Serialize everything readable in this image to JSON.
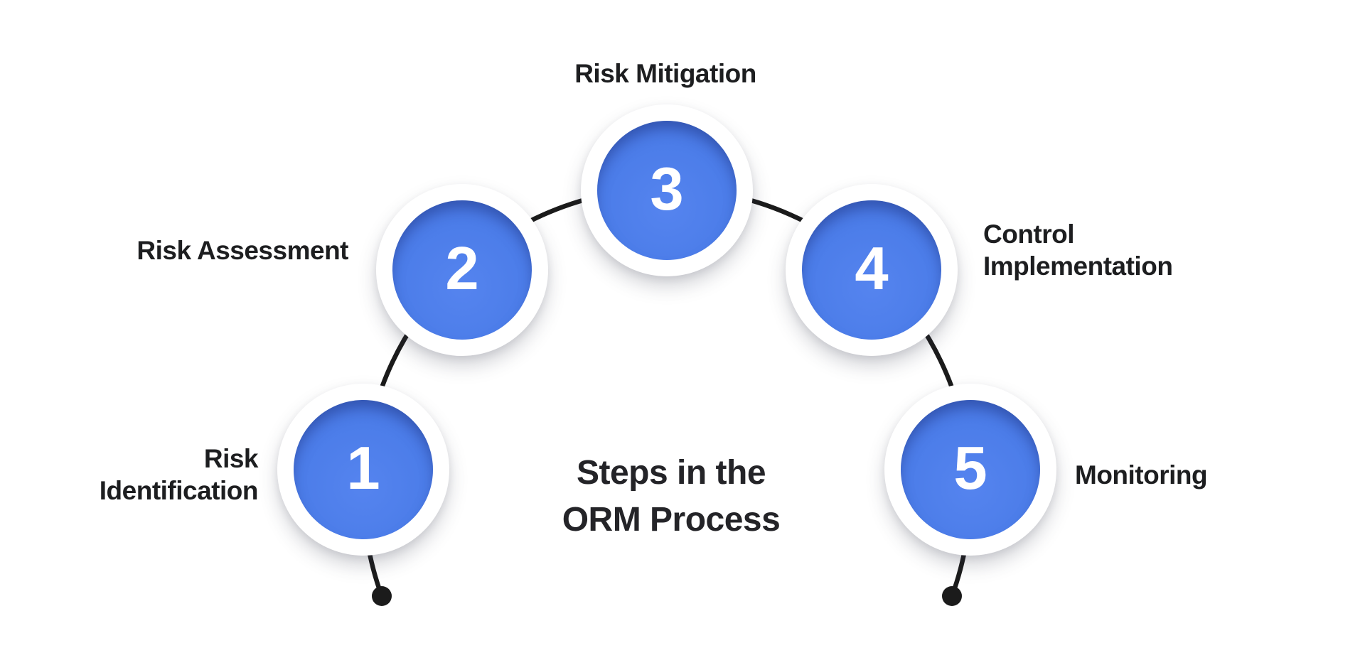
{
  "title": {
    "text": "Steps in the\nORM Process"
  },
  "steps": [
    {
      "number": "1",
      "label": "Risk\nIdentification"
    },
    {
      "number": "2",
      "label": "Risk Assessment"
    },
    {
      "number": "3",
      "label": "Risk Mitigation"
    },
    {
      "number": "4",
      "label": "Control\nImplementation"
    },
    {
      "number": "5",
      "label": "Monitoring"
    }
  ],
  "colors": {
    "accent": "#4c7de9",
    "accent-deep": "#4673dd",
    "line": "#1b1b1b",
    "text": "#1d1e20",
    "title": "#242428",
    "bg": "#ffffff"
  }
}
